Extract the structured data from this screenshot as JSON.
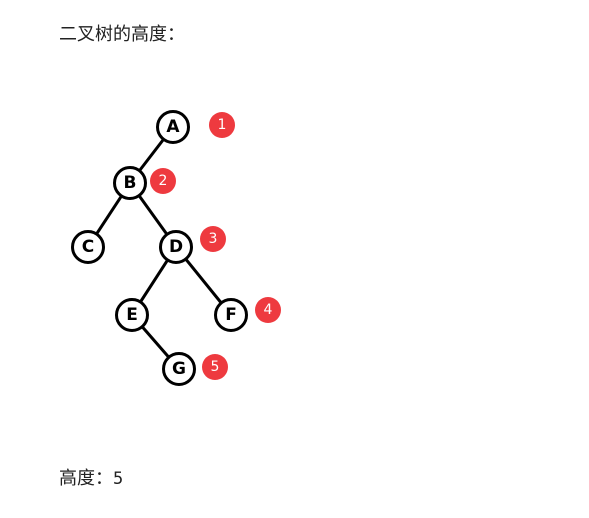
{
  "title": "二叉树的高度：",
  "result": {
    "label": "高度：",
    "value": "5"
  },
  "colors": {
    "badge": "#ee3a3f",
    "node_stroke": "#000000",
    "node_fill": "#ffffff"
  },
  "tree": {
    "nodes": [
      "A",
      "B",
      "C",
      "D",
      "E",
      "F",
      "G"
    ],
    "edges": [
      [
        "A",
        "B"
      ],
      [
        "B",
        "C"
      ],
      [
        "B",
        "D"
      ],
      [
        "D",
        "E"
      ],
      [
        "D",
        "F"
      ],
      [
        "E",
        "G"
      ]
    ],
    "level_badges": [
      "1",
      "2",
      "3",
      "4",
      "5"
    ]
  }
}
